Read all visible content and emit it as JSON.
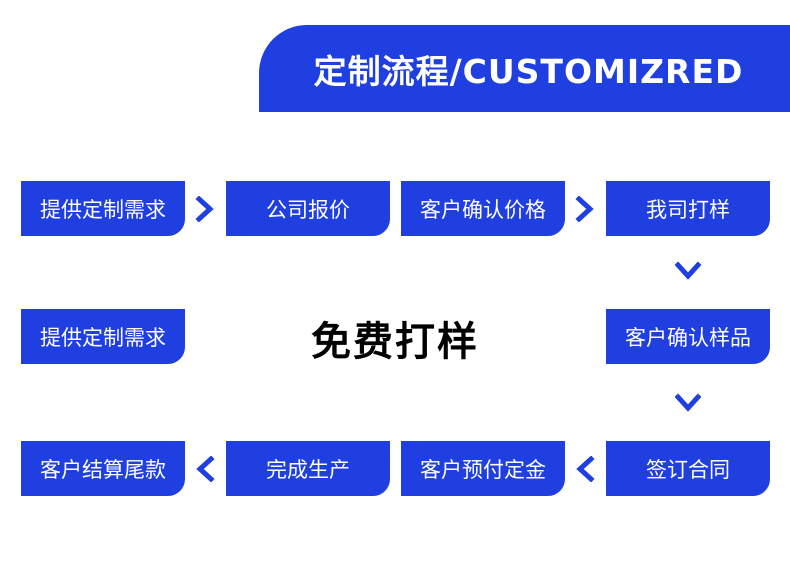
{
  "header": {
    "title": "定制流程/CUSTOMIZRED"
  },
  "center_label": "免费打样",
  "steps": [
    {
      "label": "提供定制需求"
    },
    {
      "label": "公司报价"
    },
    {
      "label": "客户确认价格"
    },
    {
      "label": "我司打样"
    },
    {
      "label": "客户确认样品"
    },
    {
      "label": "提供定制需求"
    },
    {
      "label": "签订合同"
    },
    {
      "label": "客户预付定金"
    },
    {
      "label": "完成生产"
    },
    {
      "label": "客户结算尾款"
    }
  ],
  "colors": {
    "accent": "#1f3fe0",
    "text_on_accent": "#ffffff",
    "center_text": "#000000"
  },
  "icons": {
    "right": "chevron-right-icon",
    "down": "chevron-down-icon",
    "left": "chevron-left-icon"
  }
}
